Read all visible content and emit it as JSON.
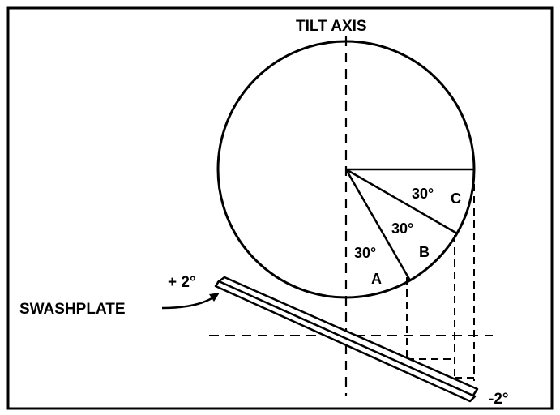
{
  "diagram": {
    "labels": {
      "tilt_axis": "TILT AXIS",
      "swashplate": "SWASHPLATE",
      "plus_angle": "+ 2°",
      "minus_angle": "-2°",
      "point_a": "A",
      "point_b": "B",
      "point_c": "C",
      "angle_a": "30°",
      "angle_b": "30°",
      "angle_c": "30°"
    },
    "colors": {
      "line": "#000000",
      "background": "#ffffff"
    }
  }
}
